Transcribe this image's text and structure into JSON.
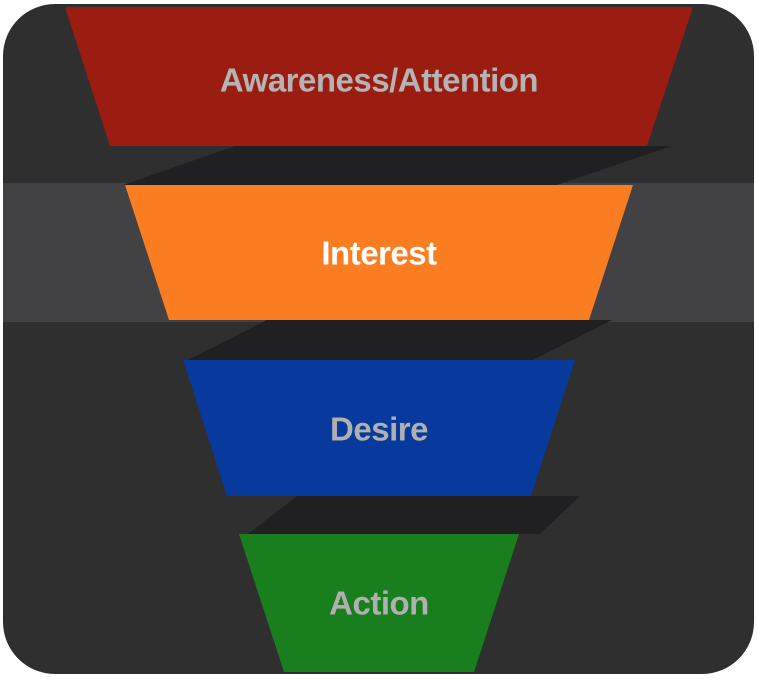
{
  "page": {
    "background_color": "#ffffff"
  },
  "canvas": {
    "background_color": "#2F2F30",
    "highlight_band_color": "#424244",
    "fold_shadow_color": "#202022"
  },
  "funnel": {
    "type": "marketing-aida-funnel",
    "stages": [
      {
        "order": 1,
        "label": "Awareness/Attention",
        "fill": "#9B1D12",
        "text_color": "#B4B4B4"
      },
      {
        "order": 2,
        "label": "Interest",
        "fill": "#FB7D21",
        "text_color": "#FFFFFF"
      },
      {
        "order": 3,
        "label": "Desire",
        "fill": "#08399C",
        "text_color": "#B0B0B0"
      },
      {
        "order": 4,
        "label": "Action",
        "fill": "#197F1E",
        "text_color": "#B0B0B0"
      }
    ]
  }
}
